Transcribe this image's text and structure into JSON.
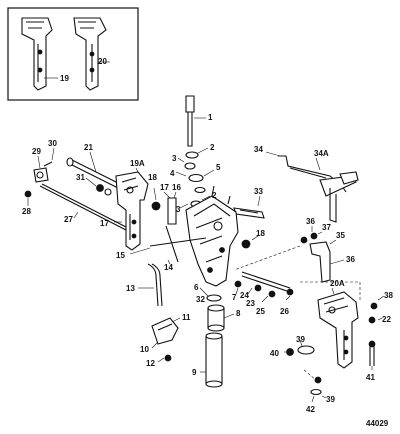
{
  "figure": {
    "reference_number": "44029"
  },
  "callouts": {
    "c1": "1",
    "c2": "2",
    "c3": "3",
    "c3b": "3",
    "c4": "4",
    "c5": "5",
    "c6": "6",
    "c7": "7",
    "c8": "8",
    "c9": "9",
    "c10": "10",
    "c11": "11",
    "c12": "12",
    "c13": "13",
    "c14": "14",
    "c15": "15",
    "c16": "16",
    "c17": "17",
    "c17b": "17",
    "c18": "18",
    "c18b": "18",
    "c19": "19",
    "c19A": "19A",
    "c20": "20",
    "c20A": "20A",
    "c21": "21",
    "c22": "22",
    "c23": "23",
    "c24": "24",
    "c25": "25",
    "c26": "26",
    "c27": "27",
    "c28": "28",
    "c29": "29",
    "c30": "30",
    "c31": "31",
    "c32": "32",
    "c33": "33",
    "c34": "34",
    "c34A": "34A",
    "c35": "35",
    "c36": "36",
    "c36b": "36",
    "c37": "37",
    "c38": "38",
    "c39": "39",
    "c39b": "39",
    "c40": "40",
    "c41": "41",
    "c42": "42"
  }
}
